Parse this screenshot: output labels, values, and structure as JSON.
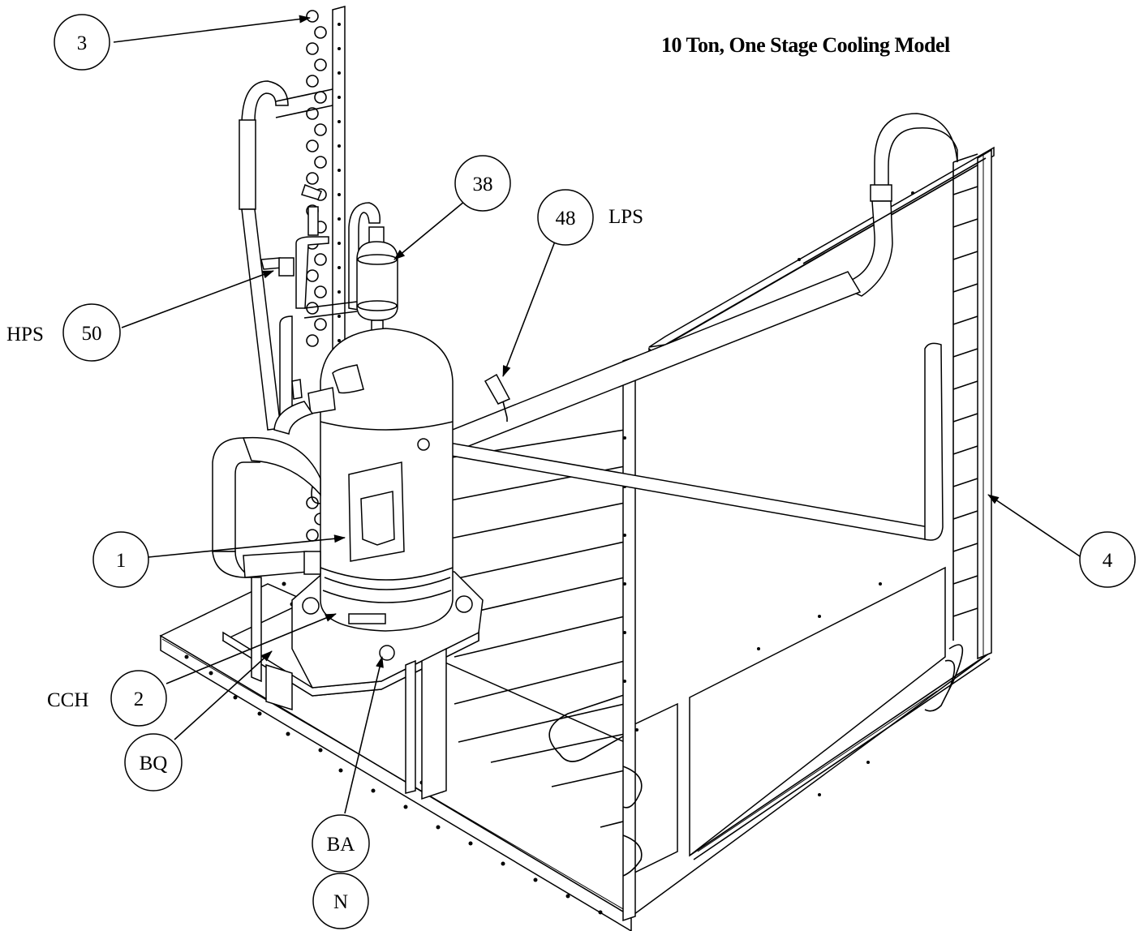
{
  "title": "10 Ton, One Stage Cooling Model",
  "callouts": {
    "item_3": "3",
    "item_38": "38",
    "item_48": "48",
    "item_50": "50",
    "item_1": "1",
    "item_4": "4",
    "item_2": "2",
    "item_bq": "BQ",
    "item_ba": "BA",
    "item_n": "N"
  },
  "side_labels": {
    "lps": "LPS",
    "hps": "HPS",
    "cch": "CCH"
  }
}
